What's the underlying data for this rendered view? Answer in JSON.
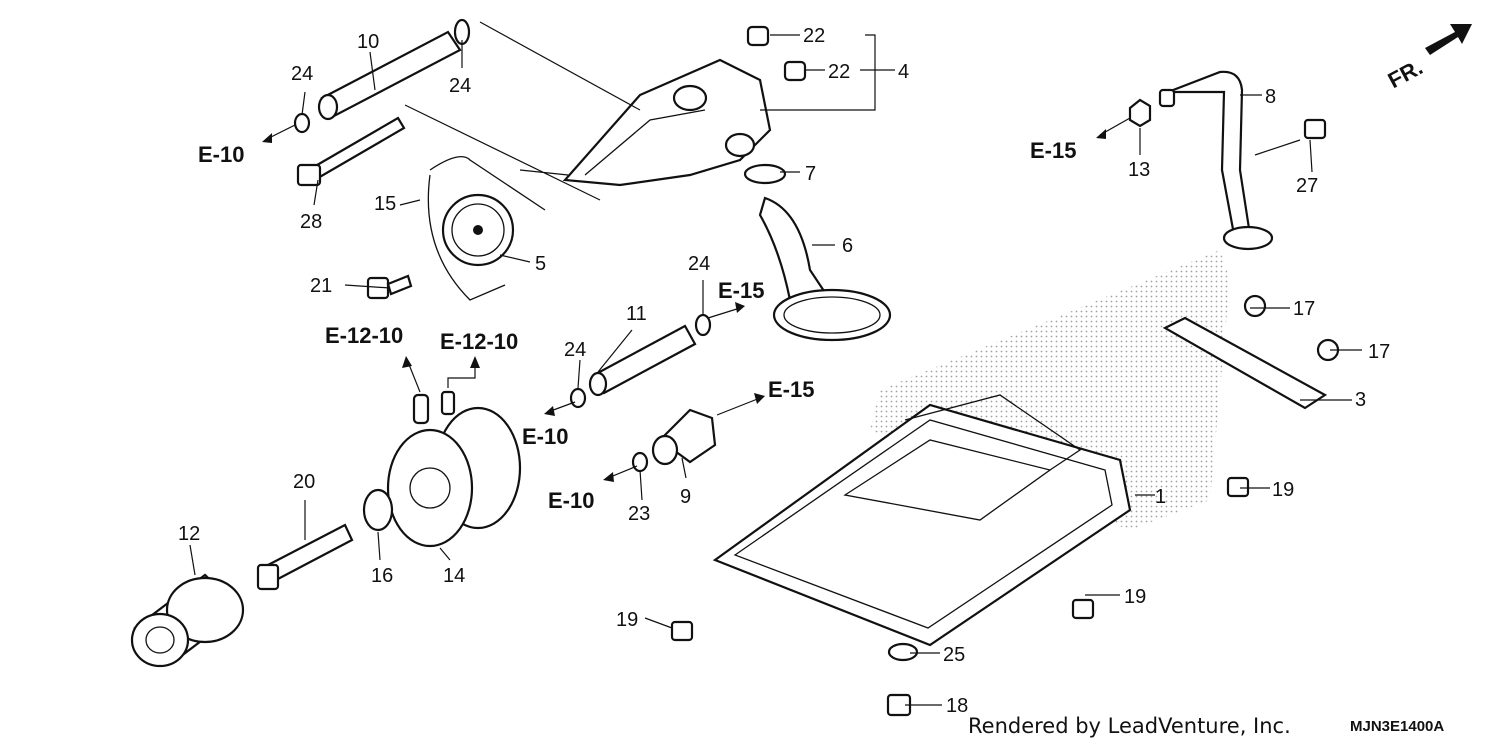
{
  "labels": {
    "p1": "1",
    "p3": "3",
    "p4": "4",
    "p5": "5",
    "p6": "6",
    "p7": "7",
    "p8": "8",
    "p9": "9",
    "p10": "10",
    "p11": "11",
    "p12": "12",
    "p13": "13",
    "p14": "14",
    "p15": "15",
    "p16": "16",
    "p17a": "17",
    "p17b": "17",
    "p18": "18",
    "p19a": "19",
    "p19b": "19",
    "p19c": "19",
    "p20": "20",
    "p21": "21",
    "p22a": "22",
    "p22b": "22",
    "p23": "23",
    "p24a": "24",
    "p24b": "24",
    "p24c": "24",
    "p24d": "24",
    "p25": "25",
    "p27": "27",
    "p28": "28"
  },
  "refs": {
    "e10a": "E-10",
    "e10b": "E-10",
    "e10c": "E-10",
    "e15a": "E-15",
    "e15b": "E-15",
    "e15c": "E-15",
    "e1210a": "E-12-10",
    "e1210b": "E-12-10"
  },
  "direction": "FR.",
  "footer": {
    "credit": "Rendered by LeadVenture, Inc.",
    "code": "MJN3E1400A"
  }
}
